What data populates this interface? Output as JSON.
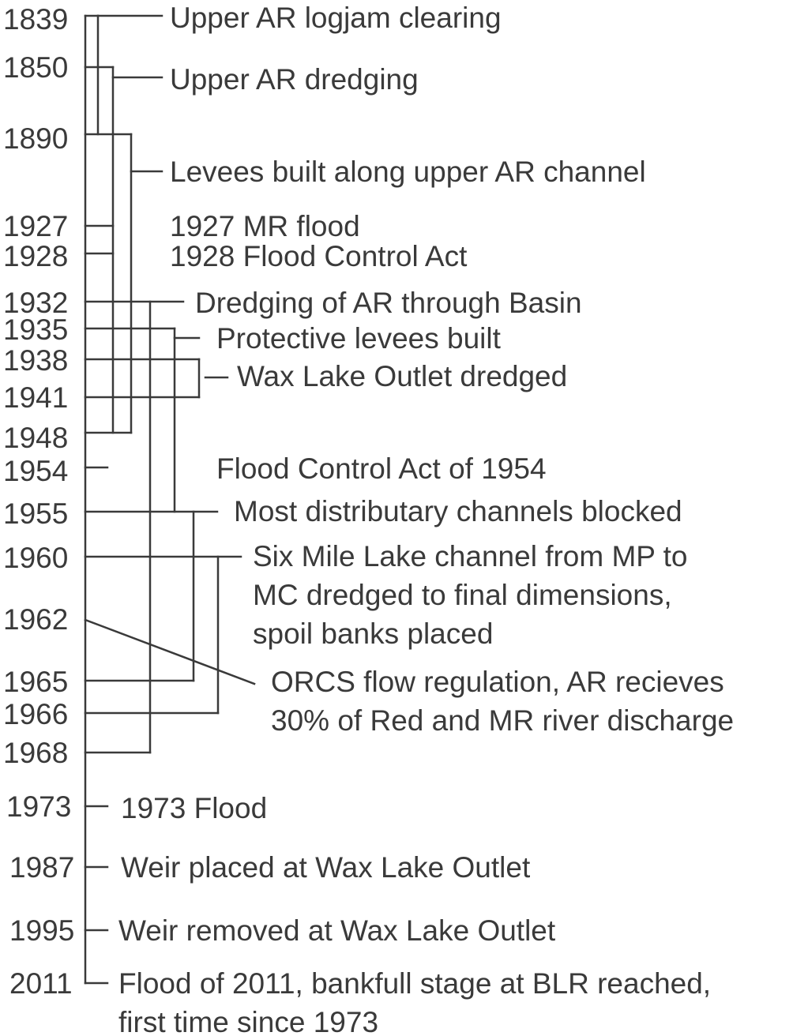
{
  "timeline": {
    "years": [
      {
        "id": "y1839",
        "label": "1839"
      },
      {
        "id": "y1850",
        "label": "1850"
      },
      {
        "id": "y1890",
        "label": "1890"
      },
      {
        "id": "y1927",
        "label": "1927"
      },
      {
        "id": "y1928",
        "label": "1928"
      },
      {
        "id": "y1932",
        "label": "1932"
      },
      {
        "id": "y1935",
        "label": "1935"
      },
      {
        "id": "y1938",
        "label": "1938"
      },
      {
        "id": "y1941",
        "label": "1941"
      },
      {
        "id": "y1948",
        "label": "1948"
      },
      {
        "id": "y1954",
        "label": "1954"
      },
      {
        "id": "y1955",
        "label": "1955"
      },
      {
        "id": "y1960",
        "label": "1960"
      },
      {
        "id": "y1962",
        "label": "1962"
      },
      {
        "id": "y1965",
        "label": "1965"
      },
      {
        "id": "y1966",
        "label": "1966"
      },
      {
        "id": "y1968",
        "label": "1968"
      },
      {
        "id": "y1973",
        "label": "1973"
      },
      {
        "id": "y1987",
        "label": "1987"
      },
      {
        "id": "y1995",
        "label": "1995"
      },
      {
        "id": "y2011",
        "label": "2011"
      }
    ],
    "events": [
      {
        "id": "e-logjam",
        "lines": [
          "Upper AR logjam clearing"
        ]
      },
      {
        "id": "e-dredging",
        "lines": [
          "Upper AR dredging"
        ]
      },
      {
        "id": "e-levees-upper",
        "lines": [
          "Levees built along upper AR channel"
        ]
      },
      {
        "id": "e-1927-flood",
        "lines": [
          "1927 MR flood"
        ]
      },
      {
        "id": "e-1928-act",
        "lines": [
          "1928 Flood Control Act"
        ]
      },
      {
        "id": "e-dredging-basin",
        "lines": [
          "Dredging of AR through Basin"
        ]
      },
      {
        "id": "e-protective-levees",
        "lines": [
          "Protective levees built"
        ]
      },
      {
        "id": "e-wax-lake",
        "lines": [
          "Wax Lake Outlet dredged"
        ]
      },
      {
        "id": "e-1954-act",
        "lines": [
          "Flood Control Act of 1954"
        ]
      },
      {
        "id": "e-distributary",
        "lines": [
          "Most distributary channels blocked"
        ]
      },
      {
        "id": "e-six-mile",
        "lines": [
          "Six Mile Lake channel from MP to",
          "MC dredged to final dimensions,",
          "spoil banks placed"
        ]
      },
      {
        "id": "e-orcs",
        "lines": [
          "ORCS flow regulation, AR recieves",
          "30% of Red and MR river discharge"
        ]
      },
      {
        "id": "e-1973-flood",
        "lines": [
          "1973 Flood"
        ]
      },
      {
        "id": "e-weir-placed",
        "lines": [
          "Weir placed at Wax Lake Outlet"
        ]
      },
      {
        "id": "e-weir-removed",
        "lines": [
          "Weir removed at Wax Lake Outlet"
        ]
      },
      {
        "id": "e-2011-flood",
        "lines": [
          "Flood of 2011, bankfull stage at BLR reached,",
          "first time since 1973"
        ]
      }
    ]
  }
}
